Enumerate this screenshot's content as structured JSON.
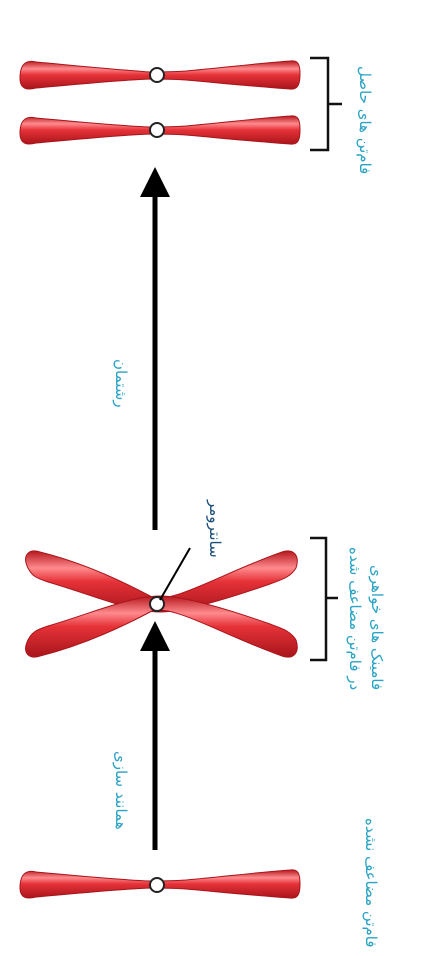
{
  "colors": {
    "chromosome": "#dd2a2f",
    "chromosome_dark": "#a8151b",
    "chromosome_highlight": "#ff9a9c",
    "arrow": "#000000",
    "label_cyan": "#2aa3c4",
    "label_dark": "#1b4f7a"
  },
  "labels": {
    "resulting_chromosomes": "فام‌تن های حاصل",
    "separation": "رشتمان",
    "sister_chromatids_line1": "فامینک های خواهری",
    "sister_chromatids_line2": "در فام‌تن مضاعف شده",
    "centromere": "سانترومر",
    "duplication": "همانند سازی",
    "unduplicated_chromosome": "فام‌تن مضاعف نشده"
  }
}
